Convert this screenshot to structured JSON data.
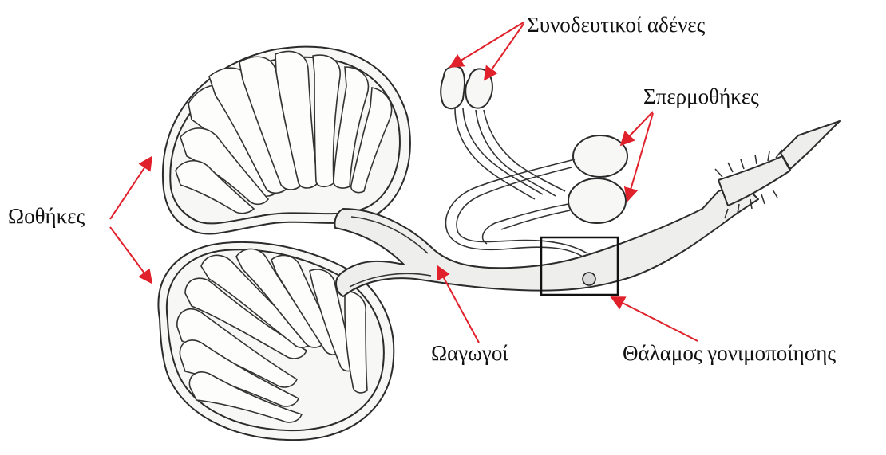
{
  "labels": {
    "ovaries": "Ωοθήκες",
    "accessory_glands": "Συνοδευτικοί αδένες",
    "spermathecae": "Σπερμοθήκες",
    "oviducts": "Ωαγωγοί",
    "fertilization_chamber": "Θάλαμος γονιμοποίησης"
  },
  "colors": {
    "arrow": "#e0202a",
    "ink": "#2b2b2b",
    "highlight_box": "#111111"
  }
}
